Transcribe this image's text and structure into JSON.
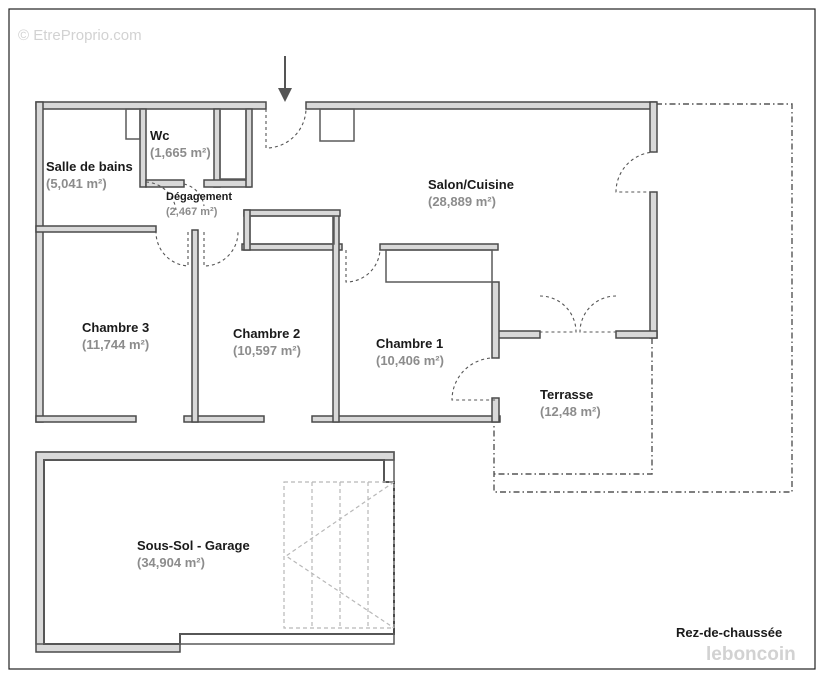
{
  "watermark_top": "© EtreProprio.com",
  "watermark_bottom": "leboncoin",
  "level_label": "Rez-de-chaussée",
  "rooms": {
    "wc": {
      "name": "Wc",
      "area": "(1,665 m²)"
    },
    "salle_de_bains": {
      "name": "Salle de bains",
      "area": "(5,041 m²)"
    },
    "degagement": {
      "name": "Dégagement",
      "area": "(2,467 m²)"
    },
    "salon_cuisine": {
      "name": "Salon/Cuisine",
      "area": "(28,889 m²)"
    },
    "chambre_3": {
      "name": "Chambre 3",
      "area": "(11,744 m²)"
    },
    "chambre_2": {
      "name": "Chambre 2",
      "area": "(10,597 m²)"
    },
    "chambre_1": {
      "name": "Chambre 1",
      "area": "(10,406 m²)"
    },
    "terrasse": {
      "name": "Terrasse",
      "area": "(12,48 m²)"
    },
    "sous_sol_garage": {
      "name": "Sous-Sol - Garage",
      "area": "(34,904 m²)"
    }
  }
}
